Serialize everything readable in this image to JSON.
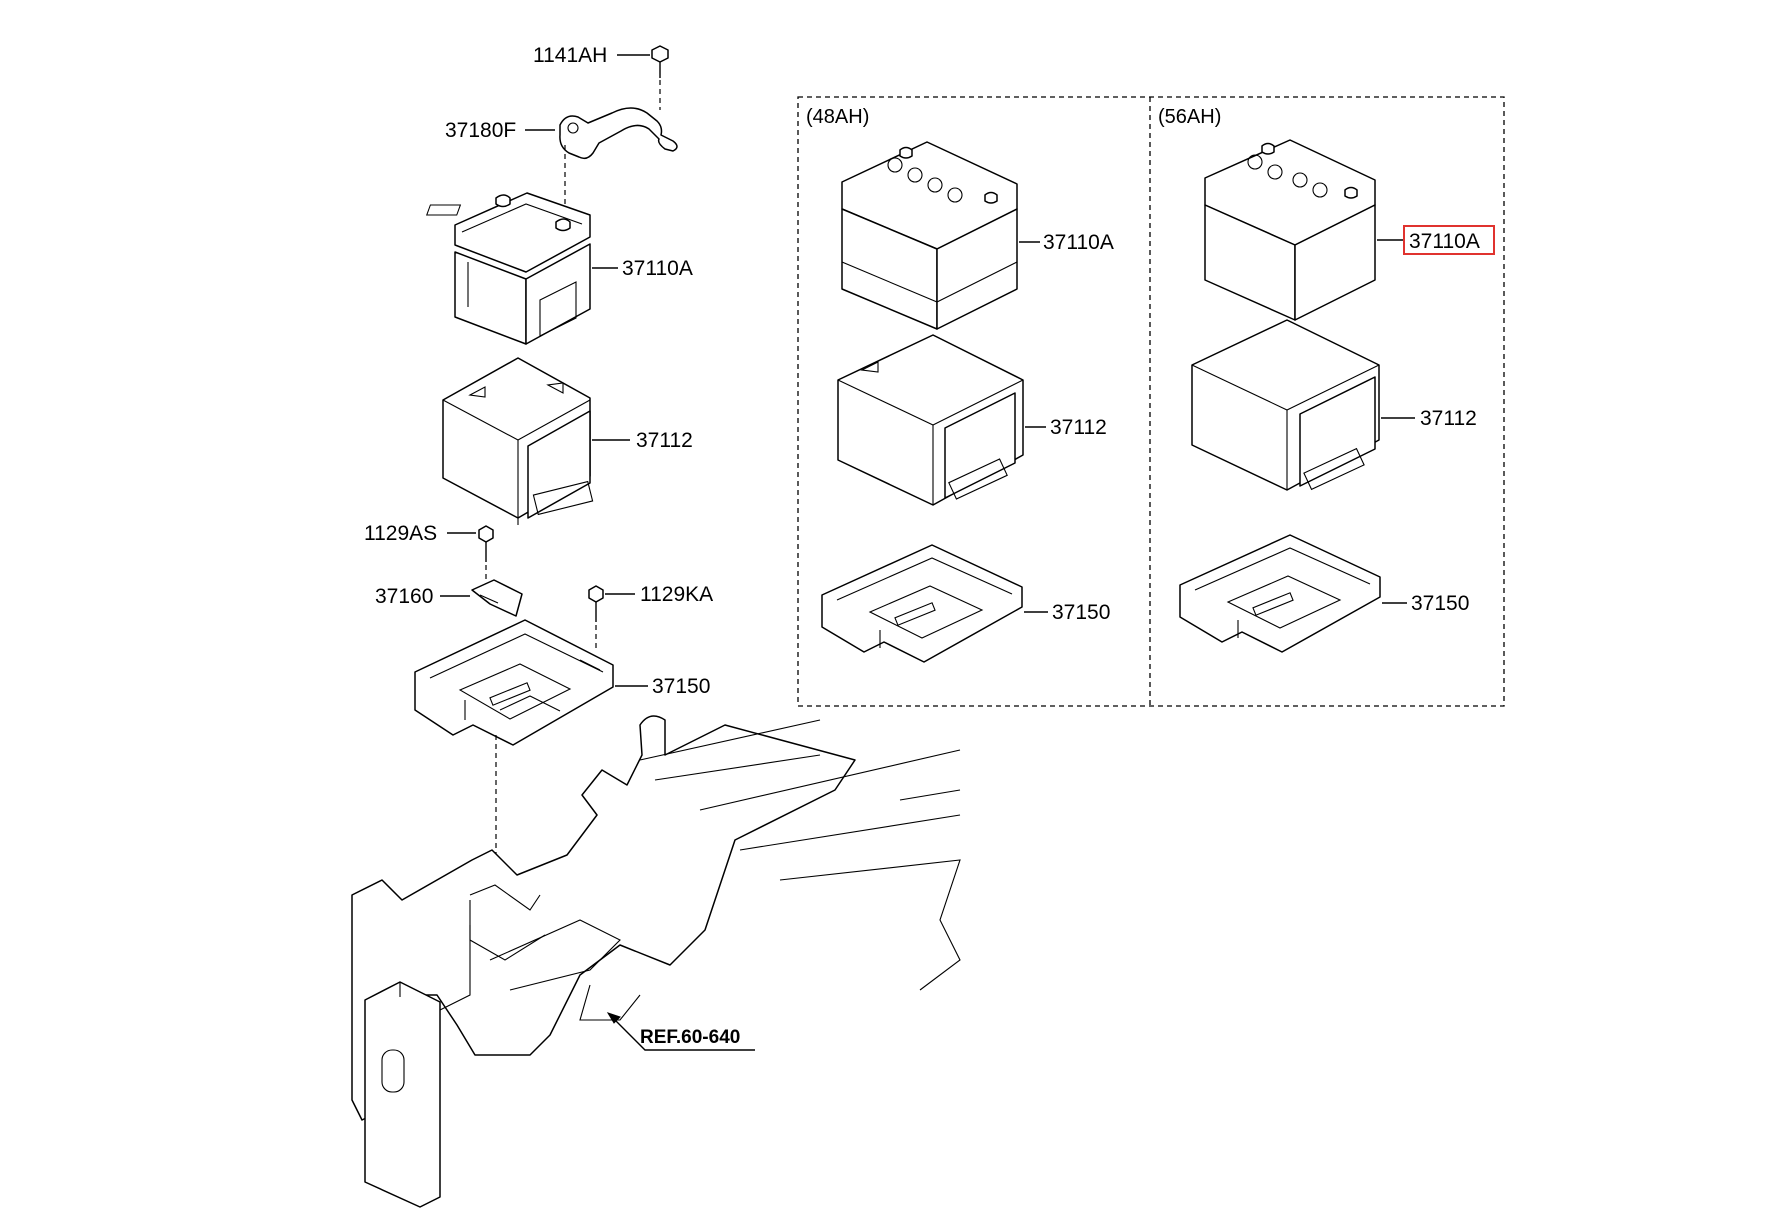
{
  "labels": {
    "bolt_top": "1141AH",
    "terminal": "37180F",
    "battery_main": "37110A",
    "insulator_main": "37112",
    "bolt_as": "1129AS",
    "bracket": "37160",
    "bolt_ka": "1129KA",
    "tray_main": "37150",
    "ref": "REF.60-640"
  },
  "groups": [
    {
      "title": "(48AH)",
      "battery": "37110A",
      "insulator": "37112",
      "tray": "37150"
    },
    {
      "title": "(56AH)",
      "battery": "37110A",
      "insulator": "37112",
      "tray": "37150"
    }
  ],
  "highlight_color": "#e0332f"
}
